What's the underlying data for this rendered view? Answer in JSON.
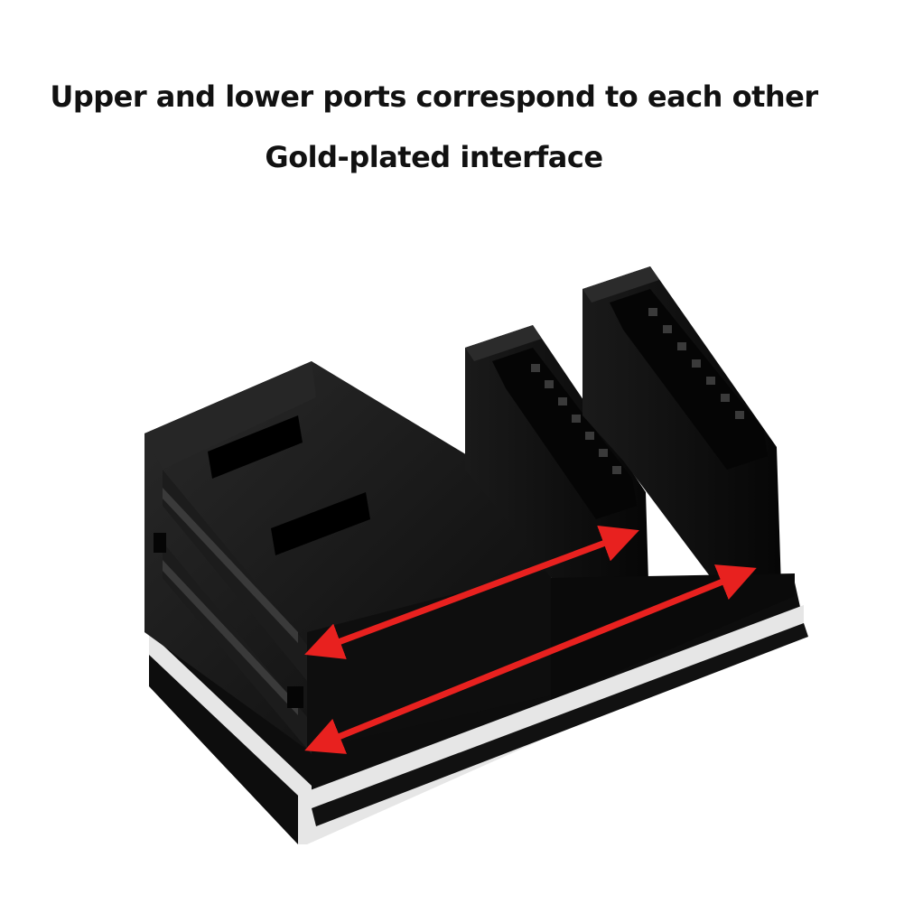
{
  "caption": {
    "line1": "Upper and lower ports correspond to each other",
    "line2": "Gold-plated interface"
  },
  "colors": {
    "connector_body": "#121212",
    "connector_shadow": "#050505",
    "pcb_edge": "#e6e6e6",
    "arrow": "#e8211f",
    "pcb_green": "#1f6b3a"
  },
  "icons": {
    "arrow_upper": "double-arrow",
    "arrow_lower": "double-arrow"
  }
}
